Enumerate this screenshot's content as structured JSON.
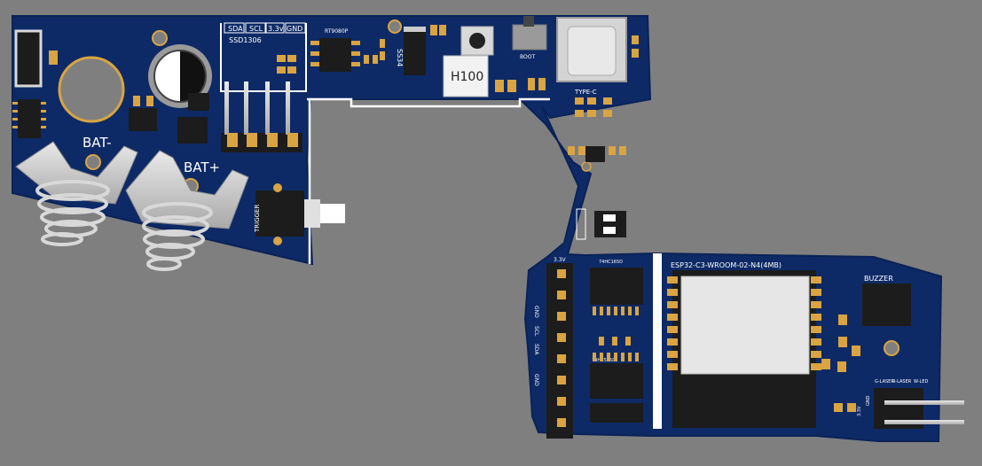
{
  "labels": {
    "bat_minus": "BAT-",
    "bat_plus": "BAT+",
    "trigger": "TRIGGER",
    "h100": "H100",
    "type_c": "TYPE-C",
    "boot": "BOOT",
    "ssd1306": "SSD1306",
    "sda": "SDA",
    "scl": "SCL",
    "v33": "3.3v",
    "gnd": "GND",
    "rt": "RT9080P",
    "ss34": "SS34",
    "esp": "ESP32-C3-WROOM-02-N4(4MB)",
    "buzzer": "BUZZER",
    "ic1": "74HC165D",
    "ic2": "74HC595D",
    "g_laser": "G-LASER",
    "r_laser": "R-LASER",
    "w_led": "W-LED",
    "hdr_v33": "3.3V",
    "hdr_gnd": "GND",
    "pin_v33": "3.3V",
    "pin_gnd": "GND",
    "pin_scl": "SCL",
    "pin_sda": "SDA",
    "pin_gnd2": "GND"
  },
  "colors": {
    "background": "#7f7f7f",
    "board": "#0d2a66",
    "board_edge": "#0a2257",
    "silkscreen": "#ffffff",
    "pad_gold": "#d9a441",
    "component_black": "#1c1c1c",
    "spring": "#d8d8d8"
  }
}
